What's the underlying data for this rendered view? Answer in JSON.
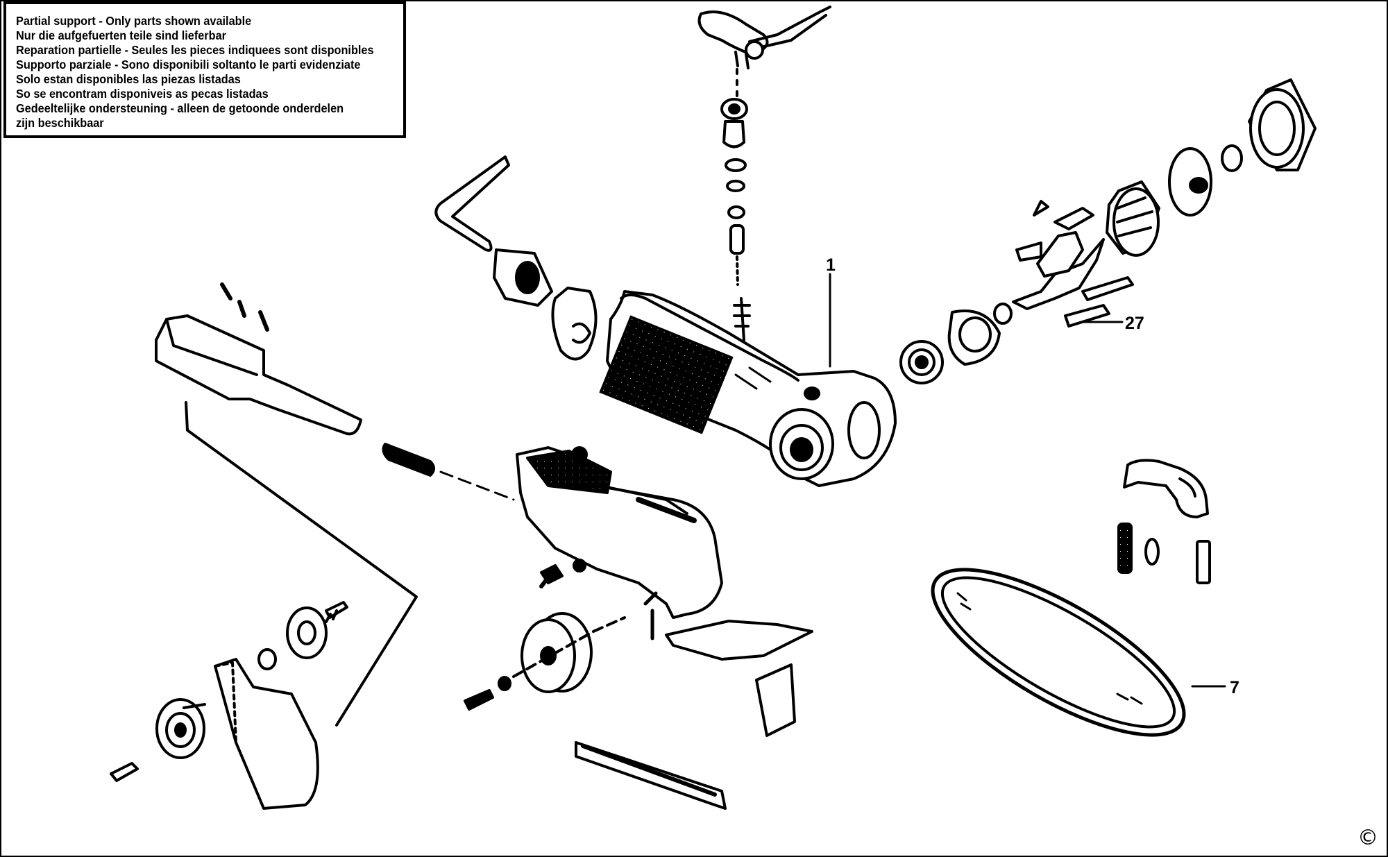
{
  "notice": {
    "lines": [
      "Partial support - Only parts shown available",
      "Nur die aufgefuerten teile sind lieferbar",
      "Reparation partielle - Seules les pieces indiquees sont disponibles",
      "Supporto parziale - Sono disponibili soltanto le parti evidenziate",
      "Solo estan disponibles las piezas listadas",
      "So se encontram disponiveis as pecas listadas",
      "Gedeeltelijke ondersteuning - alleen de getoonde onderdelen",
      "zijn beschikbaar"
    ]
  },
  "callouts": {
    "part_1": "1",
    "part_27": "27",
    "part_7": "7"
  },
  "copyright": "©"
}
